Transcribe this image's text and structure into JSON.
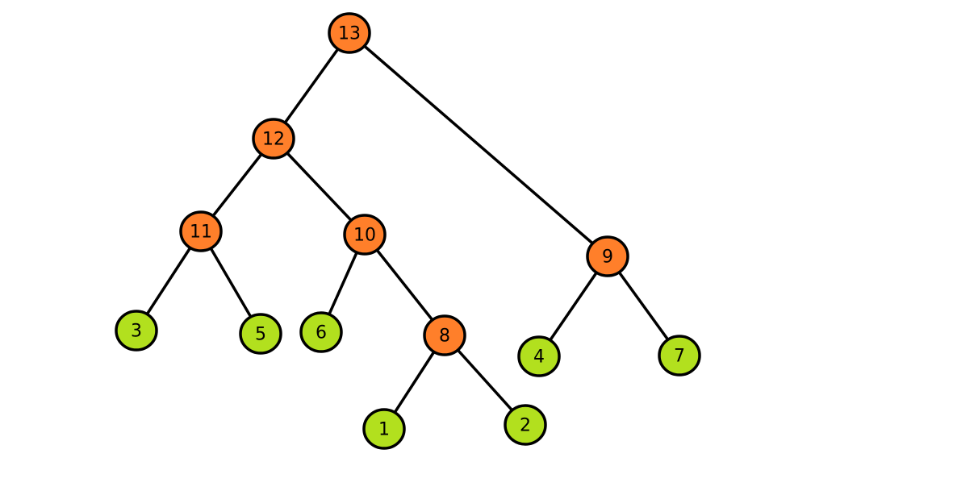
{
  "colors": {
    "internal": "#FF7F2A",
    "leaf": "#B2E01E",
    "outline": "#000000"
  },
  "nodes": [
    {
      "id": "n13",
      "label": "13",
      "kind": "internal"
    },
    {
      "id": "n12",
      "label": "12",
      "kind": "internal"
    },
    {
      "id": "n11",
      "label": "11",
      "kind": "internal"
    },
    {
      "id": "n10",
      "label": "10",
      "kind": "internal"
    },
    {
      "id": "n9",
      "label": "9",
      "kind": "internal"
    },
    {
      "id": "n8",
      "label": "8",
      "kind": "internal"
    },
    {
      "id": "n3",
      "label": "3",
      "kind": "leaf"
    },
    {
      "id": "n5",
      "label": "5",
      "kind": "leaf"
    },
    {
      "id": "n6",
      "label": "6",
      "kind": "leaf"
    },
    {
      "id": "n4",
      "label": "4",
      "kind": "leaf"
    },
    {
      "id": "n7",
      "label": "7",
      "kind": "leaf"
    },
    {
      "id": "n1",
      "label": "1",
      "kind": "leaf"
    },
    {
      "id": "n2",
      "label": "2",
      "kind": "leaf"
    }
  ],
  "edges": [
    {
      "from": "n13",
      "to": "n12"
    },
    {
      "from": "n13",
      "to": "n9"
    },
    {
      "from": "n12",
      "to": "n11"
    },
    {
      "from": "n12",
      "to": "n10"
    },
    {
      "from": "n11",
      "to": "n3"
    },
    {
      "from": "n11",
      "to": "n5"
    },
    {
      "from": "n10",
      "to": "n6"
    },
    {
      "from": "n10",
      "to": "n8"
    },
    {
      "from": "n8",
      "to": "n1"
    },
    {
      "from": "n8",
      "to": "n2"
    },
    {
      "from": "n9",
      "to": "n4"
    },
    {
      "from": "n9",
      "to": "n7"
    }
  ]
}
